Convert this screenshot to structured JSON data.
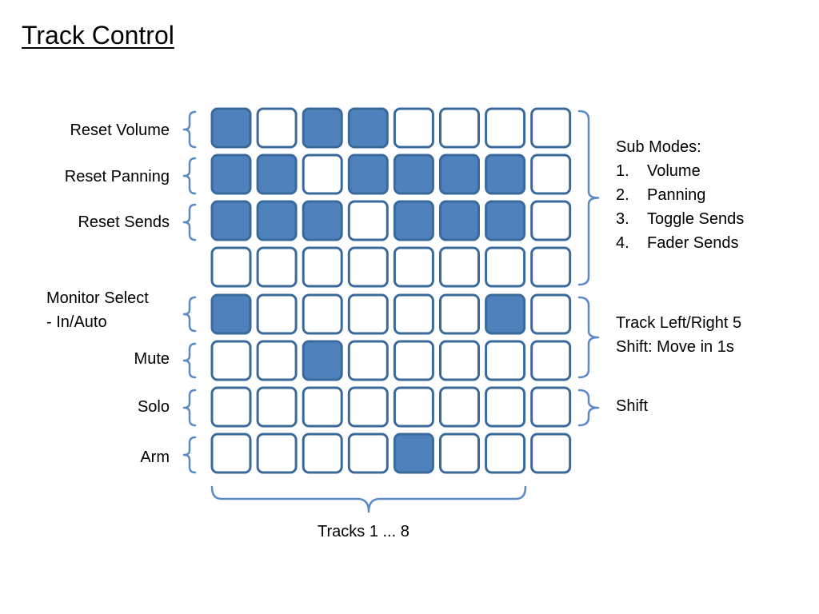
{
  "title": "Track Control",
  "colors": {
    "pad_on": "#4f81bd",
    "pad_off": "#ffffff",
    "pad_border": "#3a6a9c",
    "brace": "#5b8ac4"
  },
  "row_labels": {
    "reset_volume": "Reset Volume",
    "reset_panning": "Reset Panning",
    "reset_sends": "Reset Sends",
    "monitor_line1": "Monitor Select",
    "monitor_line2": "- In/Auto",
    "mute": "Mute",
    "solo": "Solo",
    "arm": "Arm"
  },
  "sub_modes": {
    "heading": "Sub Modes:",
    "items": [
      {
        "num": "1.",
        "label": "Volume"
      },
      {
        "num": "2.",
        "label": "Panning"
      },
      {
        "num": "3.",
        "label": "Toggle Sends"
      },
      {
        "num": "4.",
        "label": "Fader Sends"
      }
    ]
  },
  "track_nav": {
    "line1": "Track Left/Right 5",
    "line2": "Shift: Move in 1s"
  },
  "shift_label": "Shift",
  "footer": "Tracks 1 ... 8",
  "grid": [
    [
      1,
      0,
      1,
      1,
      0,
      0,
      0,
      0
    ],
    [
      1,
      1,
      0,
      1,
      1,
      1,
      1,
      0
    ],
    [
      1,
      1,
      1,
      0,
      1,
      1,
      1,
      0
    ],
    [
      0,
      0,
      0,
      0,
      0,
      0,
      0,
      0
    ],
    [
      1,
      0,
      0,
      0,
      0,
      0,
      1,
      0
    ],
    [
      0,
      0,
      1,
      0,
      0,
      0,
      0,
      0
    ],
    [
      0,
      0,
      0,
      0,
      0,
      0,
      0,
      0
    ],
    [
      0,
      0,
      0,
      0,
      1,
      0,
      0,
      0
    ]
  ]
}
